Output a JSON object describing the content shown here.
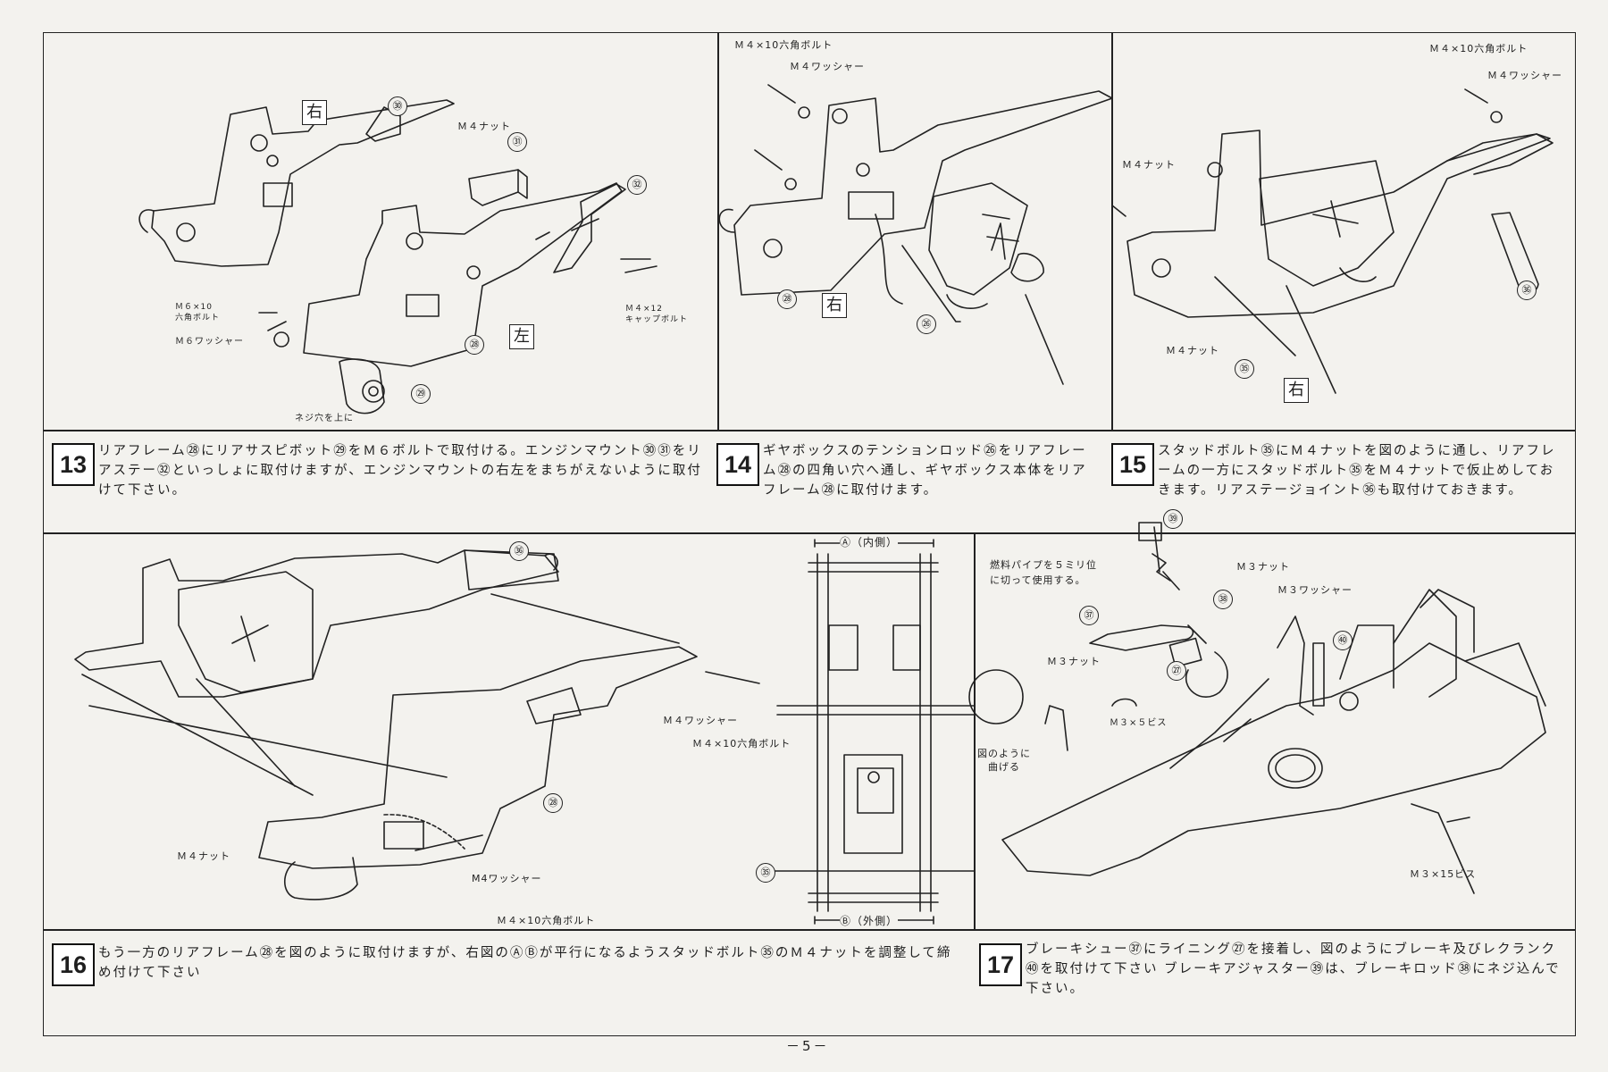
{
  "page_number": "－5－",
  "panels": {
    "p13": {
      "side_right": "右",
      "side_left": "左",
      "labels": [
        "Ｍ４ナット",
        "Ｍ６×10\n六角ボルト",
        "Ｍ６ワッシャー",
        "Ｍ４×12\nキャップボルト",
        "ネジ穴を上に"
      ],
      "parts": [
        "㉚",
        "㉛",
        "㉜",
        "㉘",
        "㉙"
      ]
    },
    "p14": {
      "side": "右",
      "labels": [
        "Ｍ４×10六角ボルト",
        "Ｍ４ワッシャー"
      ],
      "parts": [
        "㉘",
        "㉖"
      ]
    },
    "p15": {
      "side": "右",
      "labels": [
        "Ｍ４×10六角ボルト",
        "Ｍ４ワッシャー",
        "Ｍ４ナット",
        "Ｍ４ナット"
      ],
      "parts": [
        "㊱",
        "㉟"
      ]
    },
    "p16": {
      "labels": [
        "Ｍ４ワッシャー",
        "Ｍ４×10六角ボルト",
        "Ｍ４ナット",
        "M4ワッシャー",
        "Ｍ４×10六角ボルト"
      ],
      "parts": [
        "㊱",
        "㉘",
        "㉟"
      ],
      "dim_a": "Ⓐ（内側）",
      "dim_b": "Ⓑ（外側）"
    },
    "p17": {
      "labels": [
        "燃料パイプを５ミリ位\nに切って使用する。",
        "Ｍ３ナット",
        "Ｍ３ワッシャー",
        "Ｍ３ナット",
        "Ｍ３×５ビス",
        "図のように\n曲げる",
        "Ｍ３×15ビス"
      ],
      "parts": [
        "㊴",
        "㊳",
        "㊲",
        "㉗",
        "㊵"
      ]
    }
  },
  "steps": [
    {
      "number": "13",
      "text": "リアフレーム㉘にリアサスピボット㉙をＭ６ボルトで取付ける。エンジンマウント㉚㉛をリアステー㉜といっしょに取付けますが、エンジンマウントの右左をまちがえないように取付けて下さい。"
    },
    {
      "number": "14",
      "text": "ギヤボックスのテンションロッド㉖をリアフレーム㉘の四角い穴へ通し、ギヤボックス本体をリアフレーム㉘に取付けます。"
    },
    {
      "number": "15",
      "text": "スタッドボルト㉟にＭ４ナットを図のように通し、リアフレームの一方にスタッドボルト㉟をＭ４ナットで仮止めしておきます。リアステージョイント㊱も取付けておきます。"
    },
    {
      "number": "16",
      "text": "もう一方のリアフレーム㉘を図のように取付けますが、右図のⒶⒷが平行になるようスタッドボルト㉟のＭ４ナットを調整して締め付けて下さい"
    },
    {
      "number": "17",
      "text": "ブレーキシュー㊲にライニング㉗を接着し、図のようにブレーキ及びレクランク㊵を取付けて下さい ブレーキアジャスター㊴は、ブレーキロッド㊳にネジ込んで下さい。"
    }
  ]
}
